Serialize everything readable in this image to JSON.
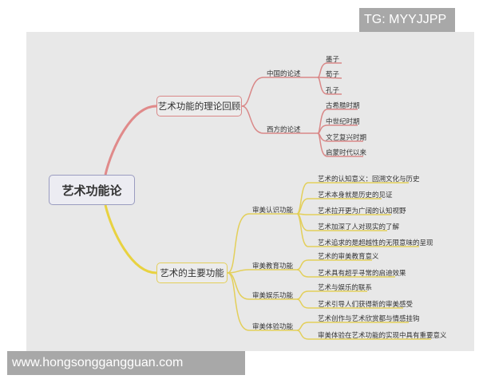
{
  "watermarks": {
    "top_right": "TG: MYYJJPP",
    "bottom_left": "www.hongsonggangguan.com"
  },
  "colors": {
    "canvas": "#e8e8e8",
    "root_border": "#9a9cc0",
    "red_branch": "#d98888",
    "yellow_branch": "#e3cf5a"
  },
  "mindmap": {
    "root": "艺术功能论",
    "branches": [
      {
        "label": "艺术功能的理论回顾",
        "color": "red",
        "children": [
          {
            "label": "中国的论述",
            "children": [
              "墨子",
              "荀子",
              "孔子"
            ]
          },
          {
            "label": "西方的论述",
            "children": [
              "古希腊时期",
              "中世纪时期",
              "文艺复兴时期",
              "启蒙时代以来"
            ]
          }
        ]
      },
      {
        "label": "艺术的主要功能",
        "color": "yellow",
        "children": [
          {
            "label": "审美认识功能",
            "children": [
              "艺术的认知意义：回溯文化与历史",
              "艺术本身就是历史的见证",
              "艺术拉开更为广阔的认知视野",
              "艺术加深了人对现实的了解",
              "艺术追求的是超越性的无限意味的呈现"
            ]
          },
          {
            "label": "审美教育功能",
            "children": [
              "艺术的审美教育意义",
              "艺术具有超乎寻常的启迪效果"
            ]
          },
          {
            "label": "审美娱乐功能",
            "children": [
              "艺术与娱乐的联系",
              "艺术引导人们获得新的审美感受"
            ]
          },
          {
            "label": "审美体验功能",
            "children": [
              "艺术创作与艺术欣赏都与情感挂钩",
              "审美体验在艺术功能的实现中具有重要意义"
            ]
          }
        ]
      }
    ]
  }
}
